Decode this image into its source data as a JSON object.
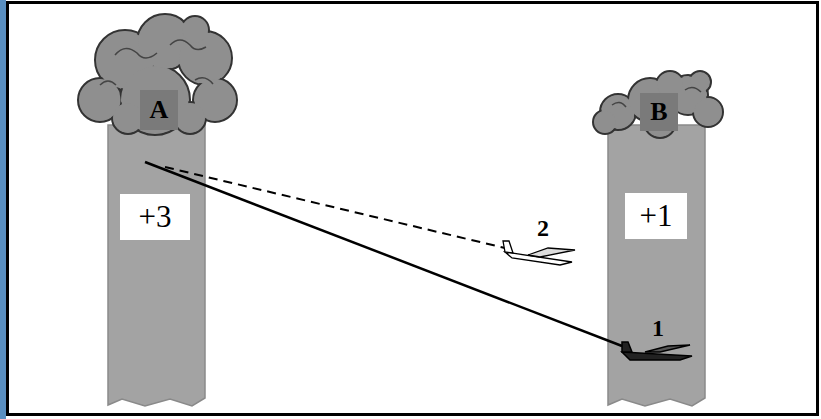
{
  "diagram": {
    "nodes": [
      {
        "text": [
          "A"
        ]
      },
      {
        "text": [
          "+3"
        ]
      },
      {
        "text": [
          "B"
        ]
      },
      {
        "text": [
          "+1"
        ]
      }
    ],
    "labels": [
      "2",
      "1"
    ]
  }
}
